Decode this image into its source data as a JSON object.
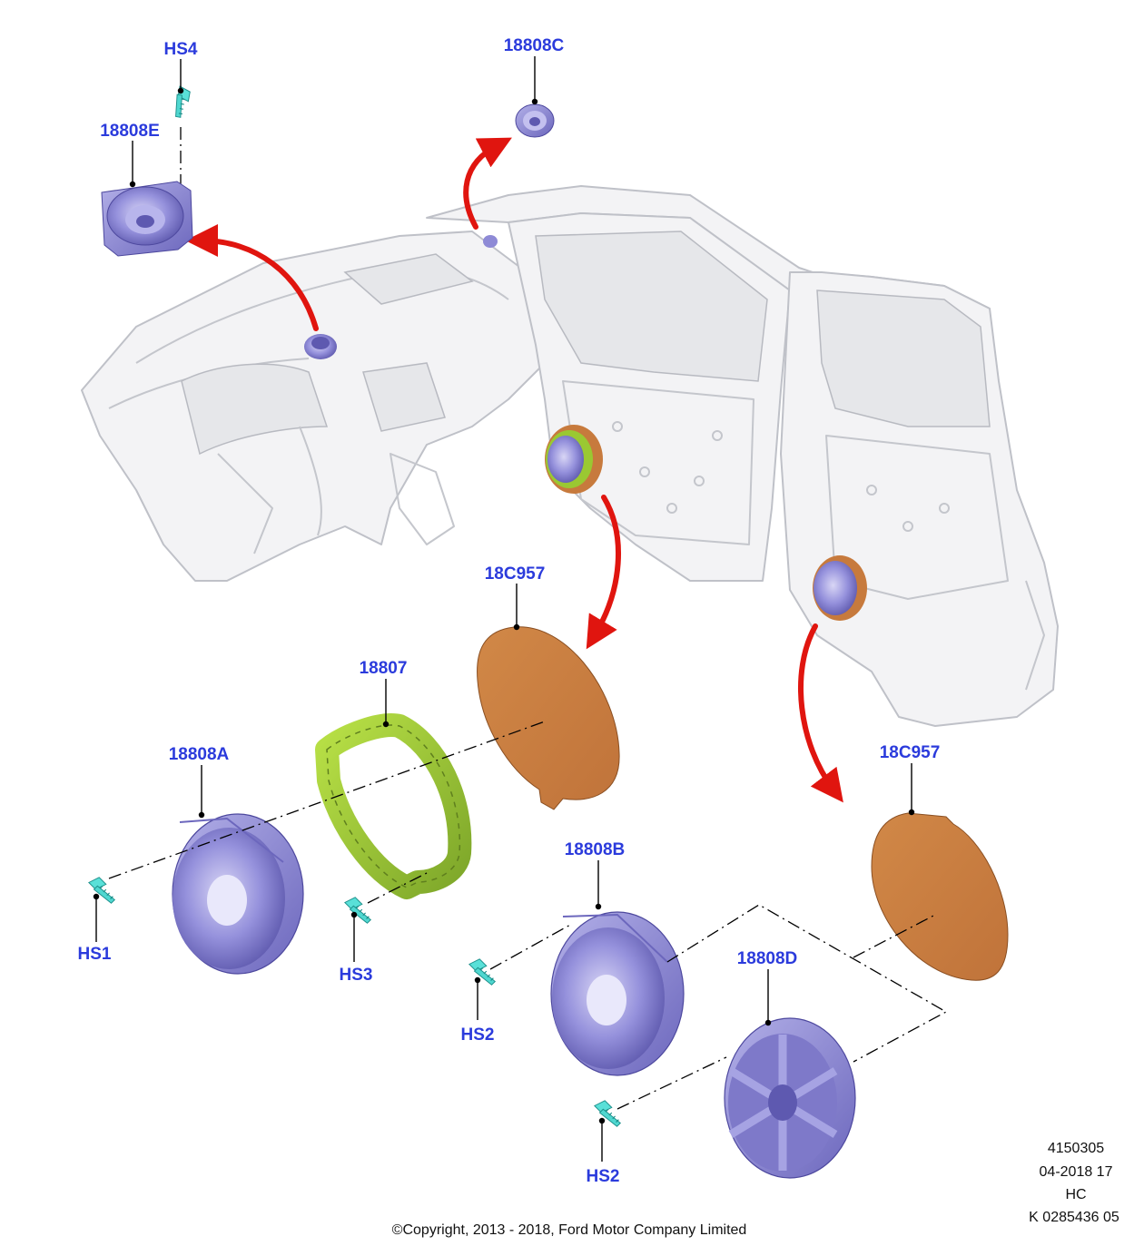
{
  "labels": {
    "hs4": "HS4",
    "p18808c": "18808C",
    "p18808e": "18808E",
    "p18c957_left": "18C957",
    "p18807": "18807",
    "p18808a": "18808A",
    "p18c957_right": "18C957",
    "p18808b": "18808B",
    "p18808d": "18808D",
    "hs1": "HS1",
    "hs3": "HS3",
    "hs2_a": "HS2",
    "hs2_b": "HS2"
  },
  "metadata": {
    "line1": "4150305",
    "line2": "04-2018 17",
    "line3": "HC",
    "line4": "K 0285436 05"
  },
  "copyright": "©Copyright, 2013 - 2018, Ford Motor Company Limited",
  "colors": {
    "callout": "#2b3bdc",
    "arrow": "#e0150f",
    "speaker": "#8e8ad6",
    "speaker_dark": "#5e59b0",
    "bracket": "#9ac832",
    "pad": "#c77a3d",
    "fastener": "#4fd7d0"
  }
}
